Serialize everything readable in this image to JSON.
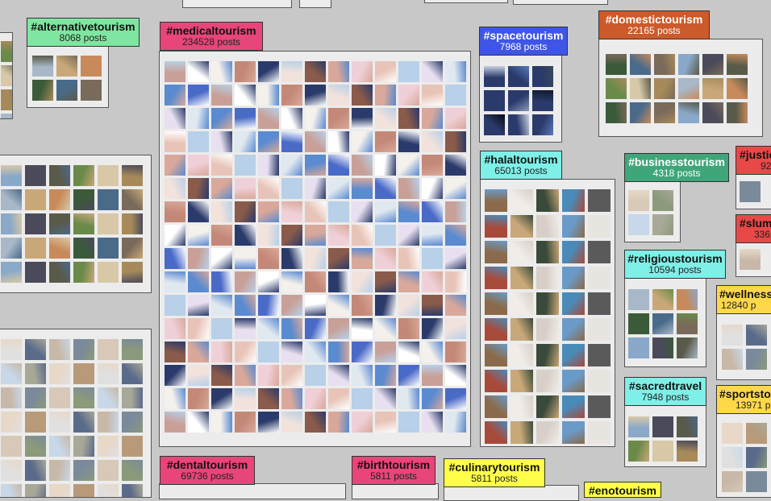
{
  "clusters": [
    {
      "id": "alternativetourism",
      "tag": "#alternativetourism",
      "count": "8068 posts",
      "color": "#7ee6a0"
    },
    {
      "id": "medicaltourism",
      "tag": "#medicaltourism",
      "count": "234528 posts",
      "color": "#e8457a"
    },
    {
      "id": "spacetourism",
      "tag": "#spacetourism",
      "count": "7968 posts",
      "color": "#3f55e8"
    },
    {
      "id": "domestictourism",
      "tag": "#domestictourism",
      "count": "22165 posts",
      "color": "#cc5a2a"
    },
    {
      "id": "halaltourism",
      "tag": "#halaltourism",
      "count": "65013 posts",
      "color": "#7ef0e8"
    },
    {
      "id": "businesstourism",
      "tag": "#businesstourism",
      "count": "4318 posts",
      "color": "#3fa67a"
    },
    {
      "id": "justicetourism",
      "tag": "#justic",
      "count": "92",
      "color": "#e84848"
    },
    {
      "id": "slumtourism",
      "tag": "#slum",
      "count": "336",
      "color": "#e84848"
    },
    {
      "id": "religioustourism",
      "tag": "#religioustourism",
      "count": "10594 posts",
      "color": "#7ef0e8"
    },
    {
      "id": "wellnesstourism",
      "tag": "#wellness",
      "count": "12840 p",
      "color": "#ffd84a"
    },
    {
      "id": "sacredtravel",
      "tag": "#sacredtravel",
      "count": "7948 posts",
      "color": "#7ef0e8"
    },
    {
      "id": "sportstourism",
      "tag": "#sportsto",
      "count": "13971 p",
      "color": "#ffd84a"
    },
    {
      "id": "dentaltourism",
      "tag": "#dentaltourism",
      "count": "69736 posts",
      "color": "#e8457a"
    },
    {
      "id": "birthtourism",
      "tag": "#birthtourism",
      "count": "5811 posts",
      "color": "#e8457a"
    },
    {
      "id": "culinarytourism",
      "tag": "#culinarytourism",
      "count": "5811 posts",
      "color": "#ffff4a"
    },
    {
      "id": "enotourism",
      "tag": "#enotourism",
      "count": "",
      "color": "#ffff4a"
    }
  ],
  "palettes": {
    "medical": [
      "#e8c4b8",
      "#d9a89a",
      "#f2e2dc",
      "#c48878",
      "#ffffff",
      "#4a6ac8",
      "#e0e8f0",
      "#b8d0e8",
      "#f0d0d8",
      "#8a5a4a",
      "#2a3a6a",
      "#f4f0ec",
      "#c8a098",
      "#5a8ad0",
      "#e8e0f0"
    ],
    "travel": [
      "#6a8a4a",
      "#4a6a8a",
      "#a88a5a",
      "#8aa8c8",
      "#c8a878",
      "#5a5a4a",
      "#3a5a3a",
      "#d8c8a8",
      "#7a6a5a",
      "#a8b8c8",
      "#4a4a5a",
      "#c88a5a"
    ],
    "space": [
      "#101830",
      "#2a3a6a",
      "#5a7ab8",
      "#0a0a14",
      "#8a9ab8",
      "#3a4a5a",
      "#c8d0e0"
    ],
    "halal": [
      "#d8d0c8",
      "#8a6a4a",
      "#4a8ab8",
      "#c8a878",
      "#e8e4e0",
      "#3a4a3a",
      "#a84a3a",
      "#6a9ac8",
      "#f0ece8",
      "#5a5a5a"
    ],
    "mixed": [
      "#c8b8a8",
      "#8a9a7a",
      "#e8d8c8",
      "#5a6a8a",
      "#d8c8b8",
      "#a8a898",
      "#e0e0e0",
      "#7a8a9a",
      "#c8d8e8",
      "#b89a7a"
    ]
  }
}
